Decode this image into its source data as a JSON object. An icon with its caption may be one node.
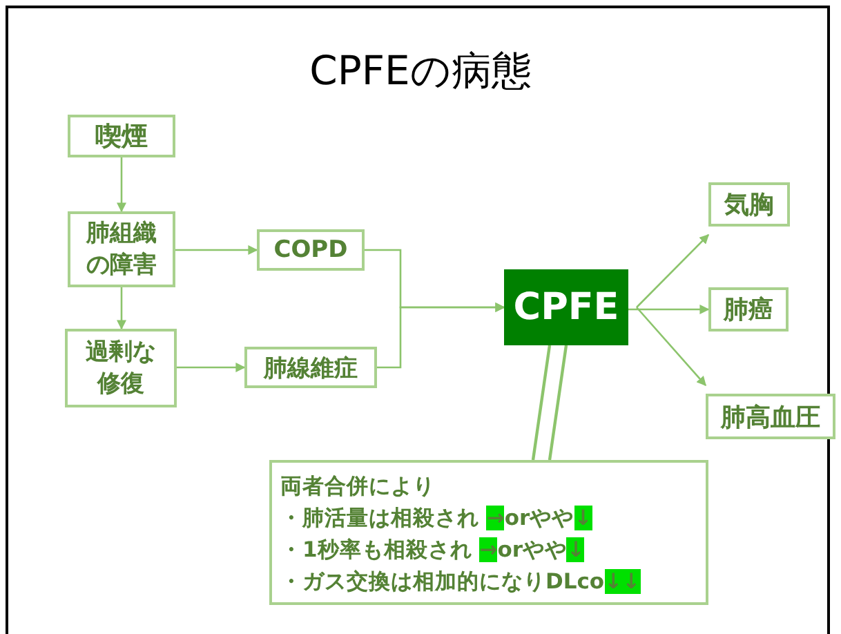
{
  "diagram": {
    "title": "CPFEの病態",
    "nodes": [
      {
        "text": [
          "喫煙"
        ]
      },
      {
        "text": [
          "肺組織の障害"
        ]
      },
      {
        "text": [
          "COPD"
        ]
      },
      {
        "text": [
          "過剰な修復"
        ]
      },
      {
        "text": [
          "肺線維症"
        ]
      },
      {
        "text": [
          "CPFE"
        ]
      },
      {
        "text": [
          "気胸"
        ]
      },
      {
        "text": [
          "肺癌"
        ]
      },
      {
        "text": [
          "肺高血圧"
        ]
      },
      {
        "text": [
          "両者合併により",
          "・肺活量は相殺され →orやや↓",
          "・1秒率も相殺され →orやや↓",
          "・ガス交換は相加的になりDLco↓↓"
        ]
      }
    ],
    "edges": [
      {
        "from": 0,
        "to": 1,
        "arrow": "to"
      },
      {
        "from": 1,
        "to": 2,
        "arrow": "to"
      },
      {
        "from": 1,
        "to": 3,
        "arrow": "to"
      },
      {
        "from": 3,
        "to": 4,
        "arrow": "to"
      },
      {
        "from": 2,
        "to": 5,
        "arrow": "to"
      },
      {
        "from": 4,
        "to": 5,
        "arrow": "to"
      },
      {
        "from": 5,
        "to": 6,
        "arrow": "to"
      },
      {
        "from": 5,
        "to": 7,
        "arrow": "to"
      },
      {
        "from": 5,
        "to": 8,
        "arrow": "to"
      },
      {
        "from": 5,
        "to": 9,
        "arrow": "none"
      }
    ]
  }
}
